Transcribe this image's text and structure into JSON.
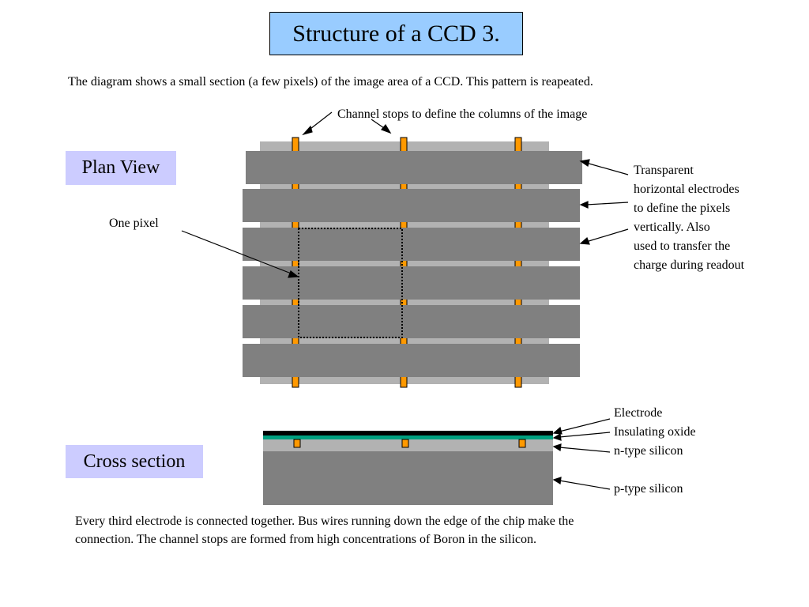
{
  "title": "Structure of a CCD 3.",
  "intro": "The diagram shows a small section (a few pixels) of the image area of a CCD. This pattern is reapeated.",
  "plan_view": {
    "label": "Plan View",
    "channel_stops_label": "Channel stops to define the columns of the image",
    "one_pixel_label": "One pixel",
    "electrodes_desc": [
      "Transparent",
      "horizontal electrodes",
      "to define the pixels",
      "vertically. Also",
      "used to transfer the",
      "charge during readout"
    ]
  },
  "cross_section": {
    "label": "Cross section",
    "layers": {
      "electrode": "Electrode",
      "oxide": "Insulating oxide",
      "n_type": "n-type silicon",
      "p_type": "p-type silicon"
    }
  },
  "footer": [
    "Every third electrode is connected together. Bus wires running down the edge of the chip make the",
    "connection. The channel stops are formed from high concentrations of Boron in  the silicon."
  ],
  "colors": {
    "title_bg": "#99ccff",
    "label_bg": "#ccccff",
    "electrode_gray": "#808080",
    "silicon_light": "#b2b2b2",
    "channel_stop": "#ff9900",
    "oxide_green": "#00a080"
  }
}
